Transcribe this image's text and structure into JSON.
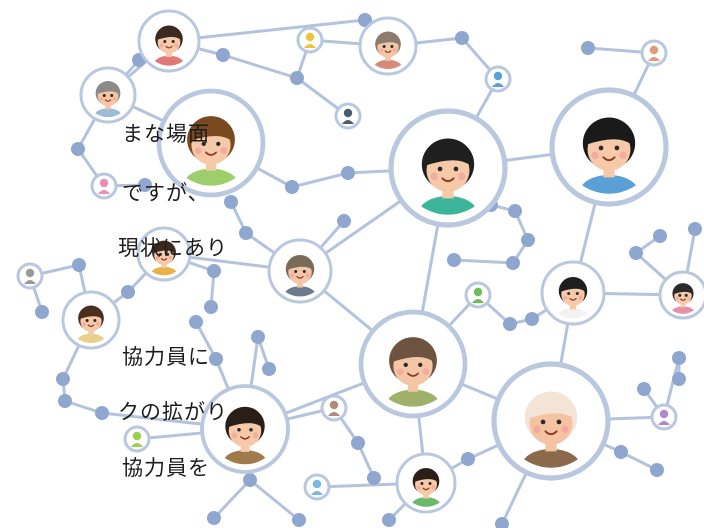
{
  "text_lines": [
    "まな場面",
    "ですが、",
    "現状にあり",
    "協力員に",
    "クの拡がり",
    "協力員を"
  ],
  "people": [
    {
      "name": "boy-top",
      "skin": "#f6c9a8",
      "hair": "#3a2a1f",
      "shirt": "#e07a7a"
    },
    {
      "name": "grandpa-gray",
      "skin": "#f4c6a5",
      "hair": "#8a8a8a",
      "shirt": "#9bbcd6"
    },
    {
      "name": "woman-brown",
      "skin": "#f6c9a8",
      "hair": "#7a4a1f",
      "shirt": "#9ccf6b"
    },
    {
      "name": "grandma-bun",
      "skin": "#f4c6a5",
      "hair": "#8c7b6f",
      "shirt": "#d88a7a"
    },
    {
      "name": "boy-angry",
      "skin": "#f6c9a8",
      "hair": "#1f1f1f",
      "shirt": "#3db59a"
    },
    {
      "name": "girl-bob",
      "skin": "#f6c9a8",
      "hair": "#1a1a1a",
      "shirt": "#5a9fd6"
    },
    {
      "name": "boy-small",
      "skin": "#f6c9a8",
      "hair": "#3a2a1f",
      "shirt": "#e7b34a"
    },
    {
      "name": "man-glasses",
      "skin": "#f4c6a5",
      "hair": "#7a6a5a",
      "shirt": "#6b7a8c"
    },
    {
      "name": "woman-long",
      "skin": "#f6c9a8",
      "hair": "#4a2f1f",
      "shirt": "#e7d08a"
    },
    {
      "name": "man-laughing",
      "skin": "#f4c6a5",
      "hair": "#6e5440",
      "shirt": "#9fb06b"
    },
    {
      "name": "girl-pigtails",
      "skin": "#f6c9a8",
      "hair": "#1f1f1f",
      "shirt": "#f2f2f2"
    },
    {
      "name": "girl-right",
      "skin": "#f6c9a8",
      "hair": "#2a2a2a",
      "shirt": "#e58fa8"
    },
    {
      "name": "man-young",
      "skin": "#f6c9a8",
      "hair": "#2a1f18",
      "shirt": "#a07a4a"
    },
    {
      "name": "grandpa-bald",
      "skin": "#f6c3a2",
      "hair": "#f3e4d6",
      "shirt": "#8a6a4a"
    },
    {
      "name": "boy-bottom",
      "skin": "#f6c9a8",
      "hair": "#2a1f18",
      "shirt": "#6ab86b"
    }
  ],
  "colors": {
    "edge": "#b3c3dd",
    "node_dot": "#8fa7cf",
    "ring": "#b9c7df",
    "ring_fill": "#ffffff"
  },
  "small_pins": [
    {
      "name": "pin-yellow",
      "color": "#f2c23a"
    },
    {
      "name": "pin-dark",
      "color": "#4a5a70"
    },
    {
      "name": "pin-blue",
      "color": "#5aa0d8"
    },
    {
      "name": "pin-salmon",
      "color": "#e59a7a"
    },
    {
      "name": "pin-pink",
      "color": "#e58fb4"
    },
    {
      "name": "pin-gray",
      "color": "#9a9a9a"
    },
    {
      "name": "pin-green",
      "color": "#6abf5a"
    },
    {
      "name": "pin-tan",
      "color": "#b08a7a"
    },
    {
      "name": "pin-lavender",
      "color": "#b08ac8"
    },
    {
      "name": "pin-lime",
      "color": "#9ccf4a"
    },
    {
      "name": "pin-sky",
      "color": "#7ab8e0"
    }
  ]
}
